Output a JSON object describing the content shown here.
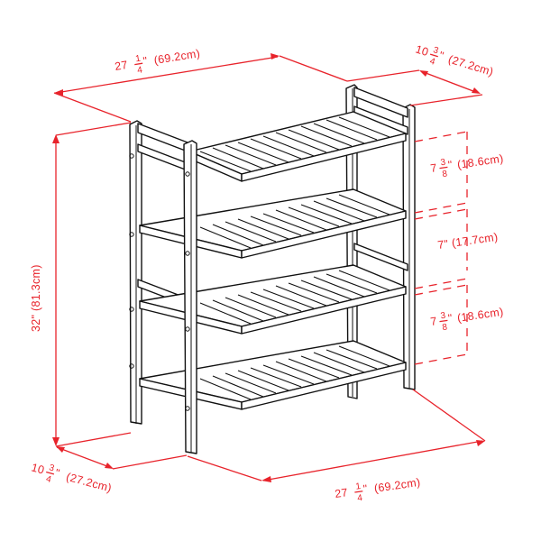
{
  "diagram": {
    "subject": "4-tier slatted shelf",
    "colors": {
      "dimension": "#e8232b",
      "outline": "#111111",
      "background": "#ffffff"
    },
    "dimensions": {
      "top_width": {
        "whole": "27",
        "num": "1",
        "den": "4",
        "unit": "\"",
        "metric": "(69.2cm)"
      },
      "top_depth": {
        "whole": "10",
        "num": "3",
        "den": "4",
        "unit": "\"",
        "metric": "(27.2cm)"
      },
      "height": {
        "label": "32\" (81.3cm)"
      },
      "gap_upper": {
        "whole": "7",
        "num": "3",
        "den": "8",
        "unit": "\"",
        "metric": "(18.6cm)"
      },
      "gap_middle": {
        "label": "7\" (17.7cm)"
      },
      "gap_lower": {
        "whole": "7",
        "num": "3",
        "den": "8",
        "unit": "\"",
        "metric": "(18.6cm)"
      },
      "bottom_depth": {
        "whole": "10",
        "num": "3",
        "den": "4",
        "unit": "\"",
        "metric": "(27.2cm)"
      },
      "bottom_width": {
        "whole": "27",
        "num": "1",
        "den": "4",
        "unit": "\"",
        "metric": "(69.2cm)"
      }
    },
    "shelf_count": 4
  }
}
